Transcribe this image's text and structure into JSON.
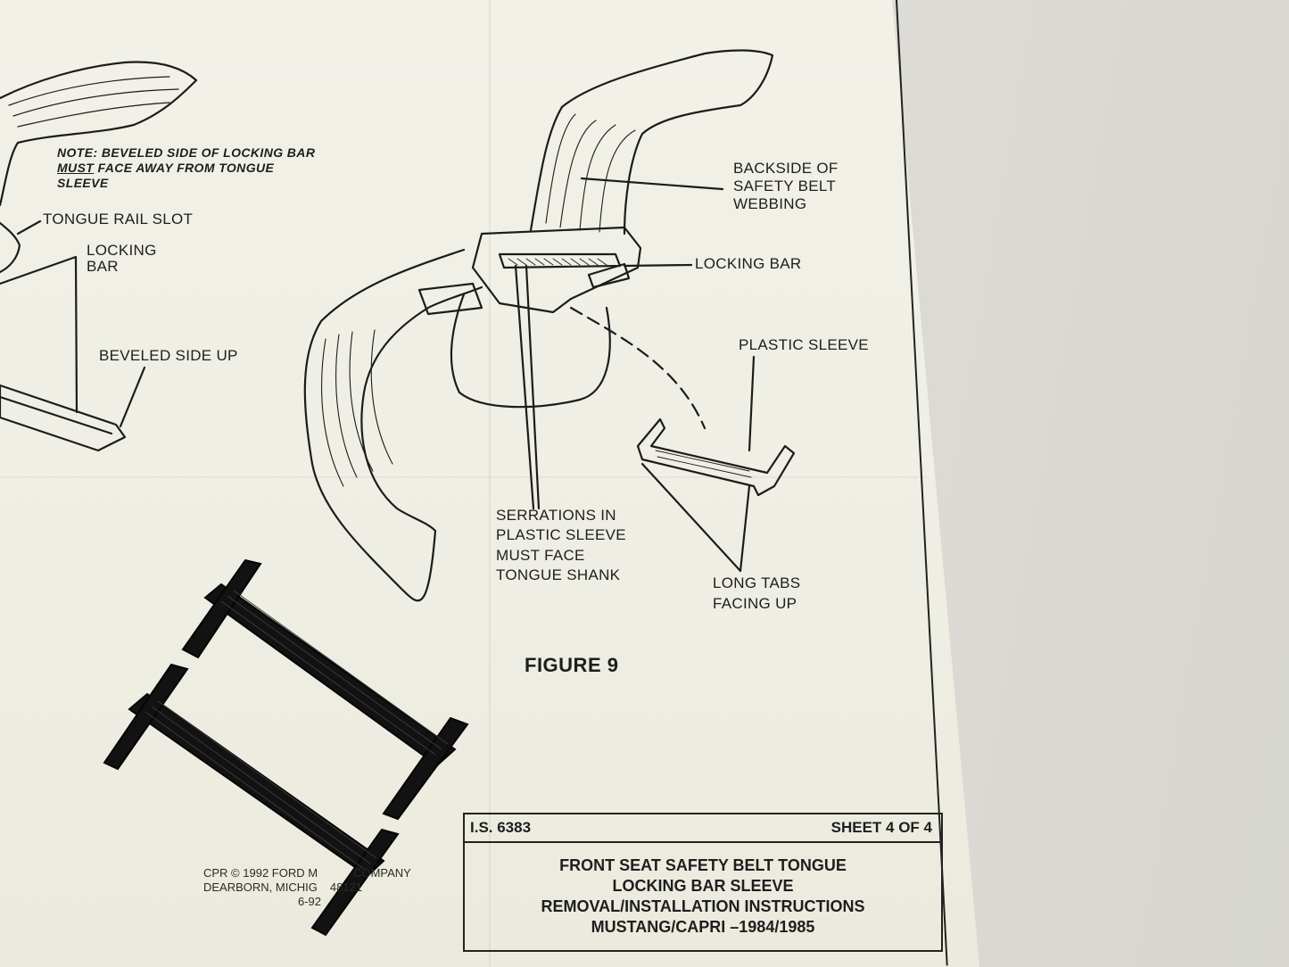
{
  "note": {
    "line1": "NOTE:  BEVELED SIDE OF LOCKING BAR",
    "line2_emph": "MUST",
    "line2_rest": " FACE AWAY FROM TONGUE",
    "line3": "SLEEVE"
  },
  "left_labels": {
    "tongue_rail_slot": "TONGUE RAIL SLOT",
    "locking_bar_1": "LOCKING",
    "locking_bar_2": "BAR",
    "beveled_side_up": "BEVELED SIDE UP"
  },
  "right_labels": {
    "backside_1": "BACKSIDE OF",
    "backside_2": "SAFETY BELT",
    "backside_3": "WEBBING",
    "locking_bar": "LOCKING BAR",
    "plastic_sleeve": "PLASTIC SLEEVE",
    "serrations_1": "SERRATIONS IN",
    "serrations_2": "PLASTIC SLEEVE",
    "serrations_3": "MUST FACE",
    "serrations_4": "TONGUE SHANK",
    "long_tabs_1": "LONG TABS",
    "long_tabs_2": "FACING UP"
  },
  "figure_label": "FIGURE 9",
  "title_block": {
    "doc_number": "I.S. 6383",
    "sheet": "SHEET 4 OF 4",
    "title_1": "FRONT SEAT SAFETY BELT TONGUE",
    "title_2": "LOCKING BAR SLEEVE",
    "title_3": "REMOVAL/INSTALLATION INSTRUCTIONS",
    "title_4": "MUSTANG/CAPRI –1984/1985"
  },
  "copyright": {
    "line1": "CPR © 1992 FORD M",
    "line1b": "COMPANY",
    "line2": "DEARBORN, MICHIG",
    "line2b": "48121",
    "line3": "6-92"
  },
  "colors": {
    "paper": "#f0efe5",
    "ink": "#1e1e1e",
    "part": "#111111"
  }
}
